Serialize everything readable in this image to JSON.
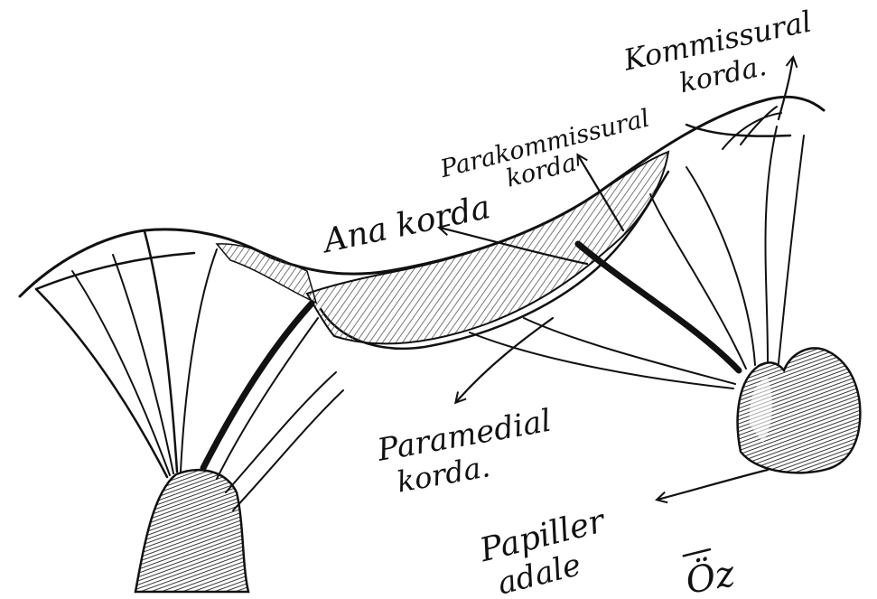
{
  "diagram": {
    "labels": {
      "kommissural_line1": "Kommissural",
      "kommissural_line2": "korda.",
      "parakommissural_line1": "Parakommissural",
      "parakommissural_line2": "korda",
      "ana_korda": "Ana korda",
      "paramedial_line1": "Paramedial",
      "paramedial_line2": "korda.",
      "papiller_line1": "Papiller",
      "papiller_line2": "adale",
      "signature": "Öz"
    },
    "colors": {
      "ink": "#111111",
      "shading": "#7a7a7a",
      "background": "#ffffff"
    }
  }
}
